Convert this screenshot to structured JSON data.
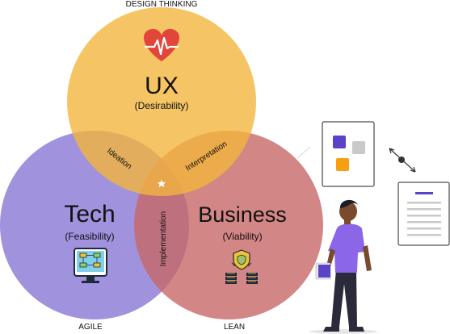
{
  "top_label": "DESIGN THINKING",
  "bottom_left_label": "AGILE",
  "bottom_right_label": "LEAN",
  "circles": {
    "ux": {
      "title": "UX",
      "subtitle": "(Desirability)",
      "color": "#f3b53d"
    },
    "tech": {
      "title": "Tech",
      "subtitle": "(Feasibility)",
      "color": "#8f7fd6"
    },
    "business": {
      "title": "Business",
      "subtitle": "(Viability)",
      "color": "#c76866"
    }
  },
  "overlaps": {
    "ux_tech": "Ideation",
    "ux_business": "Interpretation",
    "tech_business": "Implementation"
  },
  "icons": {
    "ux": "heart-rate-icon",
    "tech": "computer-flowchart-icon",
    "business": "money-shield-icon",
    "center": "star-icon"
  },
  "colors": {
    "heart": "#e2453a",
    "card_purple": "#5b42c9",
    "card_gray": "#c9c9c9",
    "card_orange": "#f5a011",
    "doc_accent": "#5b42c9",
    "person_shirt": "#8b66e6",
    "person_pants": "#2a2a3a",
    "person_skin": "#7a4a2c"
  }
}
